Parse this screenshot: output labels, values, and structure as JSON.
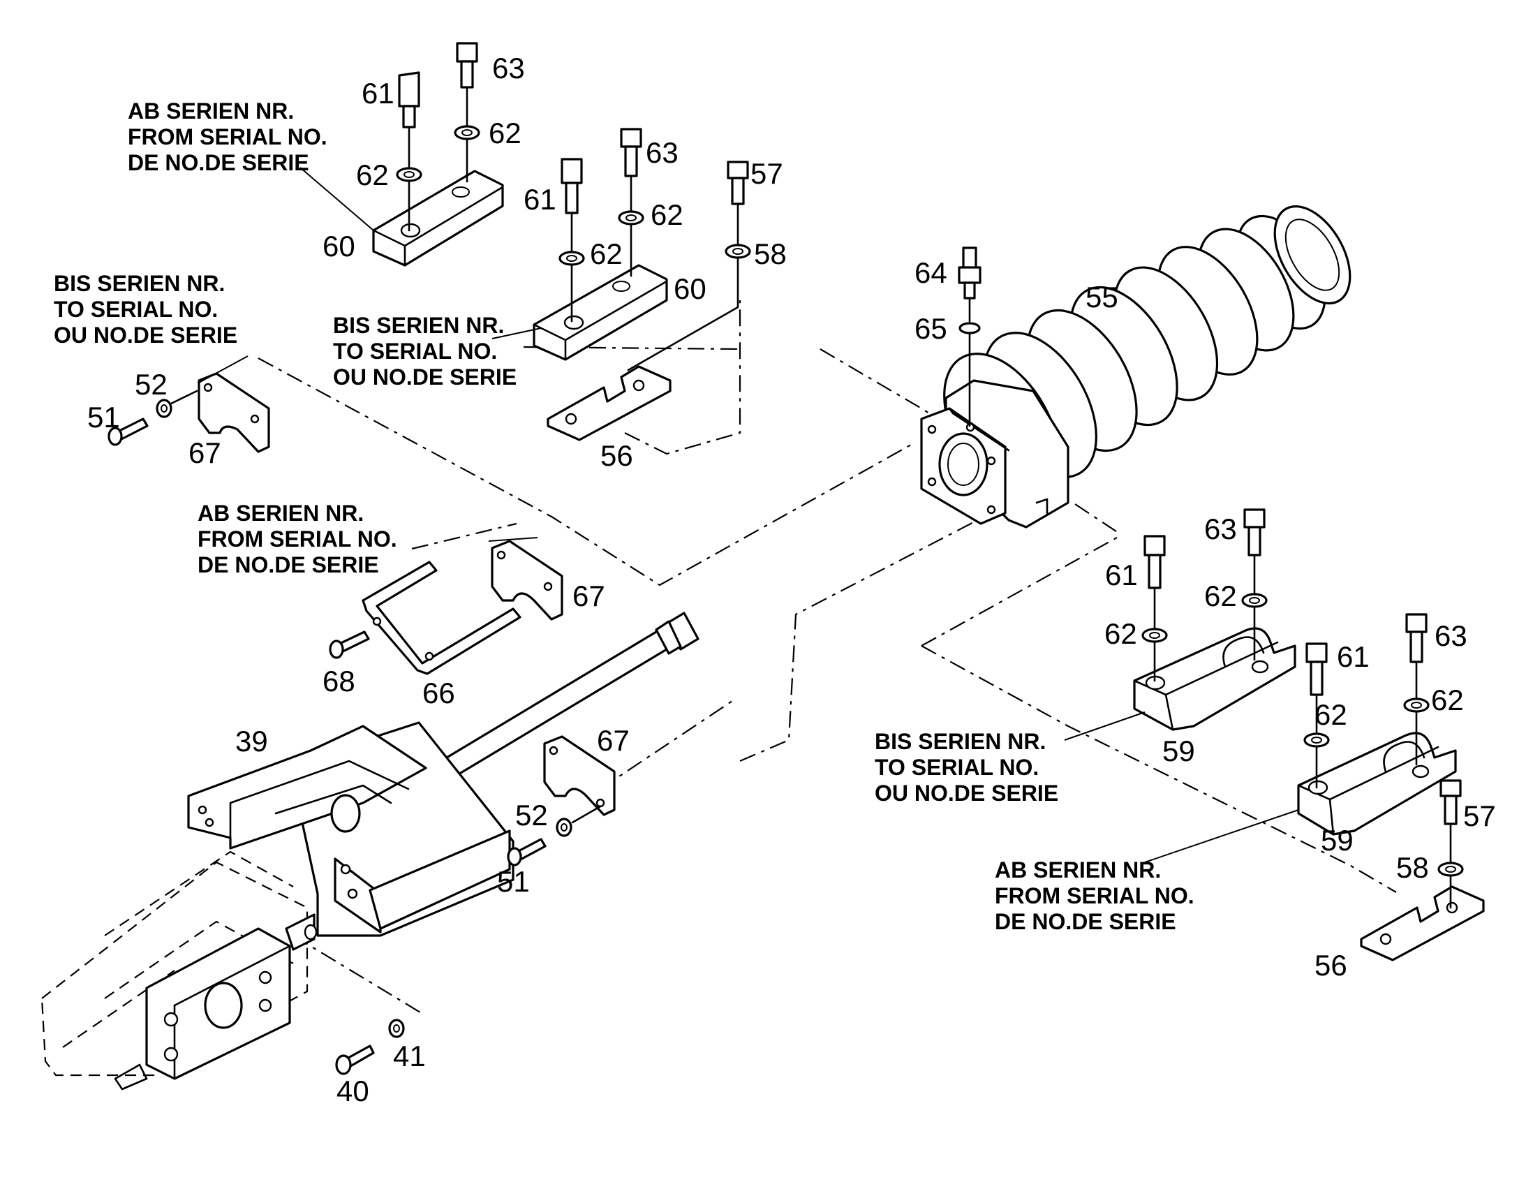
{
  "callouts": {
    "n39": "39",
    "n40": "40",
    "n41": "41",
    "n51a": "51",
    "n51b": "51",
    "n52a": "52",
    "n52b": "52",
    "n55": "55",
    "n56a": "56",
    "n56b": "56",
    "n57a": "57",
    "n57b": "57",
    "n58a": "58",
    "n58b": "58",
    "n59a": "59",
    "n59b": "59",
    "n60a": "60",
    "n60b": "60",
    "n61a": "61",
    "n61b": "61",
    "n61c": "61",
    "n61d": "61",
    "n62a": "62",
    "n62b": "62",
    "n62c": "62",
    "n62d": "62",
    "n62e": "62",
    "n62f": "62",
    "n62g": "62",
    "n62h": "62",
    "n63a": "63",
    "n63b": "63",
    "n63c": "63",
    "n63d": "63",
    "n64": "64",
    "n65": "65",
    "n66": "66",
    "n67a": "67",
    "n67b": "67",
    "n67c": "67",
    "n68": "68"
  },
  "notes": {
    "ab_top_left": [
      "AB SERIEN NR.",
      "FROM SERIAL NO.",
      "DE NO.DE SERIE"
    ],
    "bis_left": [
      "BIS SERIEN NR.",
      "TO SERIAL NO.",
      "OU NO.DE SERIE"
    ],
    "bis_center": [
      "BIS SERIEN NR.",
      "TO SERIAL NO.",
      "OU NO.DE SERIE"
    ],
    "ab_middle": [
      "AB SERIEN NR.",
      "FROM SERIAL NO.",
      "DE NO.DE SERIE"
    ],
    "bis_right": [
      "BIS SERIEN NR.",
      "TO SERIAL NO.",
      "OU NO.DE SERIE"
    ],
    "ab_right": [
      "AB SERIEN NR.",
      "FROM SERIAL NO.",
      "DE NO.DE SERIE"
    ]
  }
}
